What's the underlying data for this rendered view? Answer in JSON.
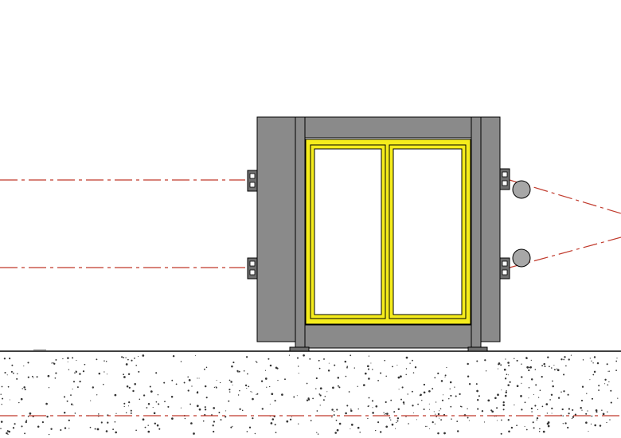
{
  "drawing": {
    "colors": {
      "background": "#ffffff",
      "frame": "#8a8a8a",
      "frame_dark": "#6f6f6f",
      "outline": "#000000",
      "glass": "#ffffff",
      "gasket": "#f5ec1c",
      "centerline": "#c0392b",
      "ground_speckle": "#333333",
      "sensor_ball": "#a7a7a7"
    },
    "elements": [
      "concrete-floor",
      "ground-line",
      "door-frame",
      "double-glass-panel",
      "hinge-brackets",
      "sensor-rollers",
      "dash-dot-centerlines"
    ]
  }
}
